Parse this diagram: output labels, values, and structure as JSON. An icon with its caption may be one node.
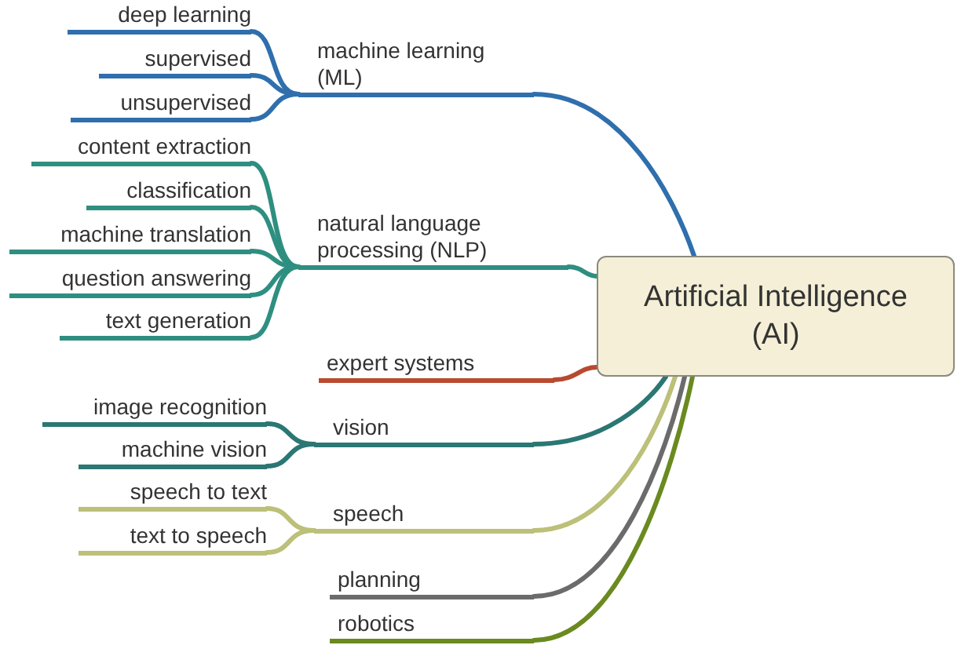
{
  "diagram": {
    "nodes": [
      {
        "text": [
          "Artificial Intelligence (AI)"
        ]
      },
      {
        "text": [
          "machine learning (ML)"
        ]
      },
      {
        "text": [
          "deep learning"
        ]
      },
      {
        "text": [
          "supervised"
        ]
      },
      {
        "text": [
          "unsupervised"
        ]
      },
      {
        "text": [
          "natural language processing (NLP)"
        ]
      },
      {
        "text": [
          "content extraction"
        ]
      },
      {
        "text": [
          "classification"
        ]
      },
      {
        "text": [
          "machine translation"
        ]
      },
      {
        "text": [
          "question answering"
        ]
      },
      {
        "text": [
          "text generation"
        ]
      },
      {
        "text": [
          "expert systems"
        ]
      },
      {
        "text": [
          "vision"
        ]
      },
      {
        "text": [
          "image recognition"
        ]
      },
      {
        "text": [
          "machine vision"
        ]
      },
      {
        "text": [
          "speech"
        ]
      },
      {
        "text": [
          "speech to text"
        ]
      },
      {
        "text": [
          "text to speech"
        ]
      },
      {
        "text": [
          "planning"
        ]
      },
      {
        "text": [
          "robotics"
        ]
      }
    ],
    "edges": [
      {
        "from": 0,
        "to": 1,
        "arrow": "none",
        "color": "#2f6fad"
      },
      {
        "from": 1,
        "to": 2,
        "arrow": "none",
        "color": "#2f6fad"
      },
      {
        "from": 1,
        "to": 3,
        "arrow": "none",
        "color": "#2f6fad"
      },
      {
        "from": 1,
        "to": 4,
        "arrow": "none",
        "color": "#2f6fad"
      },
      {
        "from": 0,
        "to": 5,
        "arrow": "none",
        "color": "#2e8f80"
      },
      {
        "from": 5,
        "to": 6,
        "arrow": "none",
        "color": "#2e8f80"
      },
      {
        "from": 5,
        "to": 7,
        "arrow": "none",
        "color": "#2e8f80"
      },
      {
        "from": 5,
        "to": 8,
        "arrow": "none",
        "color": "#2e8f80"
      },
      {
        "from": 5,
        "to": 9,
        "arrow": "none",
        "color": "#2e8f80"
      },
      {
        "from": 5,
        "to": 10,
        "arrow": "none",
        "color": "#2e8f80"
      },
      {
        "from": 0,
        "to": 11,
        "arrow": "none",
        "color": "#b84a30"
      },
      {
        "from": 0,
        "to": 12,
        "arrow": "none",
        "color": "#2a7773"
      },
      {
        "from": 12,
        "to": 13,
        "arrow": "none",
        "color": "#2a7773"
      },
      {
        "from": 12,
        "to": 14,
        "arrow": "none",
        "color": "#2a7773"
      },
      {
        "from": 0,
        "to": 15,
        "arrow": "none",
        "color": "#bcc078"
      },
      {
        "from": 15,
        "to": 16,
        "arrow": "none",
        "color": "#bcc078"
      },
      {
        "from": 15,
        "to": 17,
        "arrow": "none",
        "color": "#bcc078"
      },
      {
        "from": 0,
        "to": 18,
        "arrow": "none",
        "color": "#6b6b6b"
      },
      {
        "from": 0,
        "to": 19,
        "arrow": "none",
        "color": "#6a8a20"
      }
    ]
  }
}
